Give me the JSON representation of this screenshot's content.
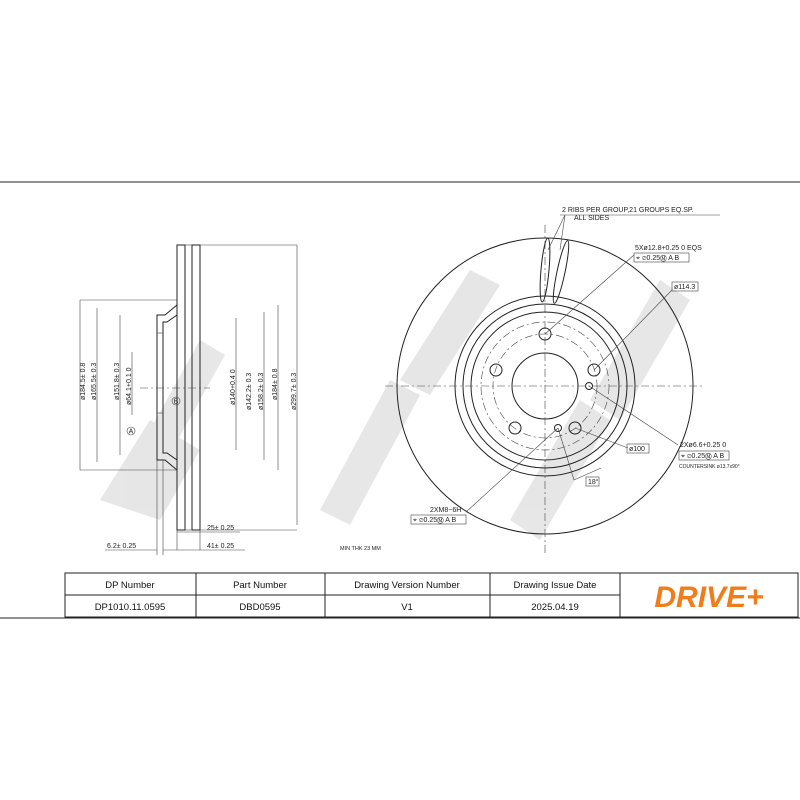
{
  "drawing": {
    "section_view": {
      "dimensions": [
        "ø184.5± 0.8",
        "ø165.5± 0.3",
        "ø151.8± 0.3",
        "ø64.1+0.1 0",
        "ø140+0.4 0",
        "ø142.2± 0.3",
        "ø158.2± 0.3",
        "ø184± 0.8",
        "ø299.7± 0.3",
        "25± 0.25",
        "6.2± 0.25",
        "41± 0.25"
      ],
      "datum_a": "A",
      "datum_b": "B"
    },
    "front_view": {
      "ribs_note": "2 RIBS PER GROUP,21 GROUPS EQ.SP.",
      "ribs_note_2": "ALL SIDES",
      "holes_5": "5Xø12.8+0.25 0 EQS",
      "holes_5_tol": "⌖ ⌀0.25Ⓜ A B",
      "pcd": "ø114.3",
      "ref_circle": "ø100",
      "holes_2": "2Xø6.6+0.25 0",
      "holes_2_tol": "⌖ ⌀0.25Ⓜ A B",
      "countersink": "COUNTERSINK ø13.7x90°",
      "thread": "2XM8−6H",
      "thread_tol": "⌖ ⌀0.25Ⓜ A B",
      "angle": "18°",
      "min_thk": "MIN THK 23 MM"
    },
    "watermark": "DRIVE+"
  },
  "title_block": {
    "headers": [
      "DP Number",
      "Part Number",
      "Drawing Version Number",
      "Drawing Issue Date"
    ],
    "values": [
      "DP1010.11.0595",
      "DBD0595",
      "V1",
      "2025.04.19"
    ],
    "logo": "DRIVE+",
    "logo_color": "#f07c1a",
    "logo_accent": "#4a5560"
  }
}
